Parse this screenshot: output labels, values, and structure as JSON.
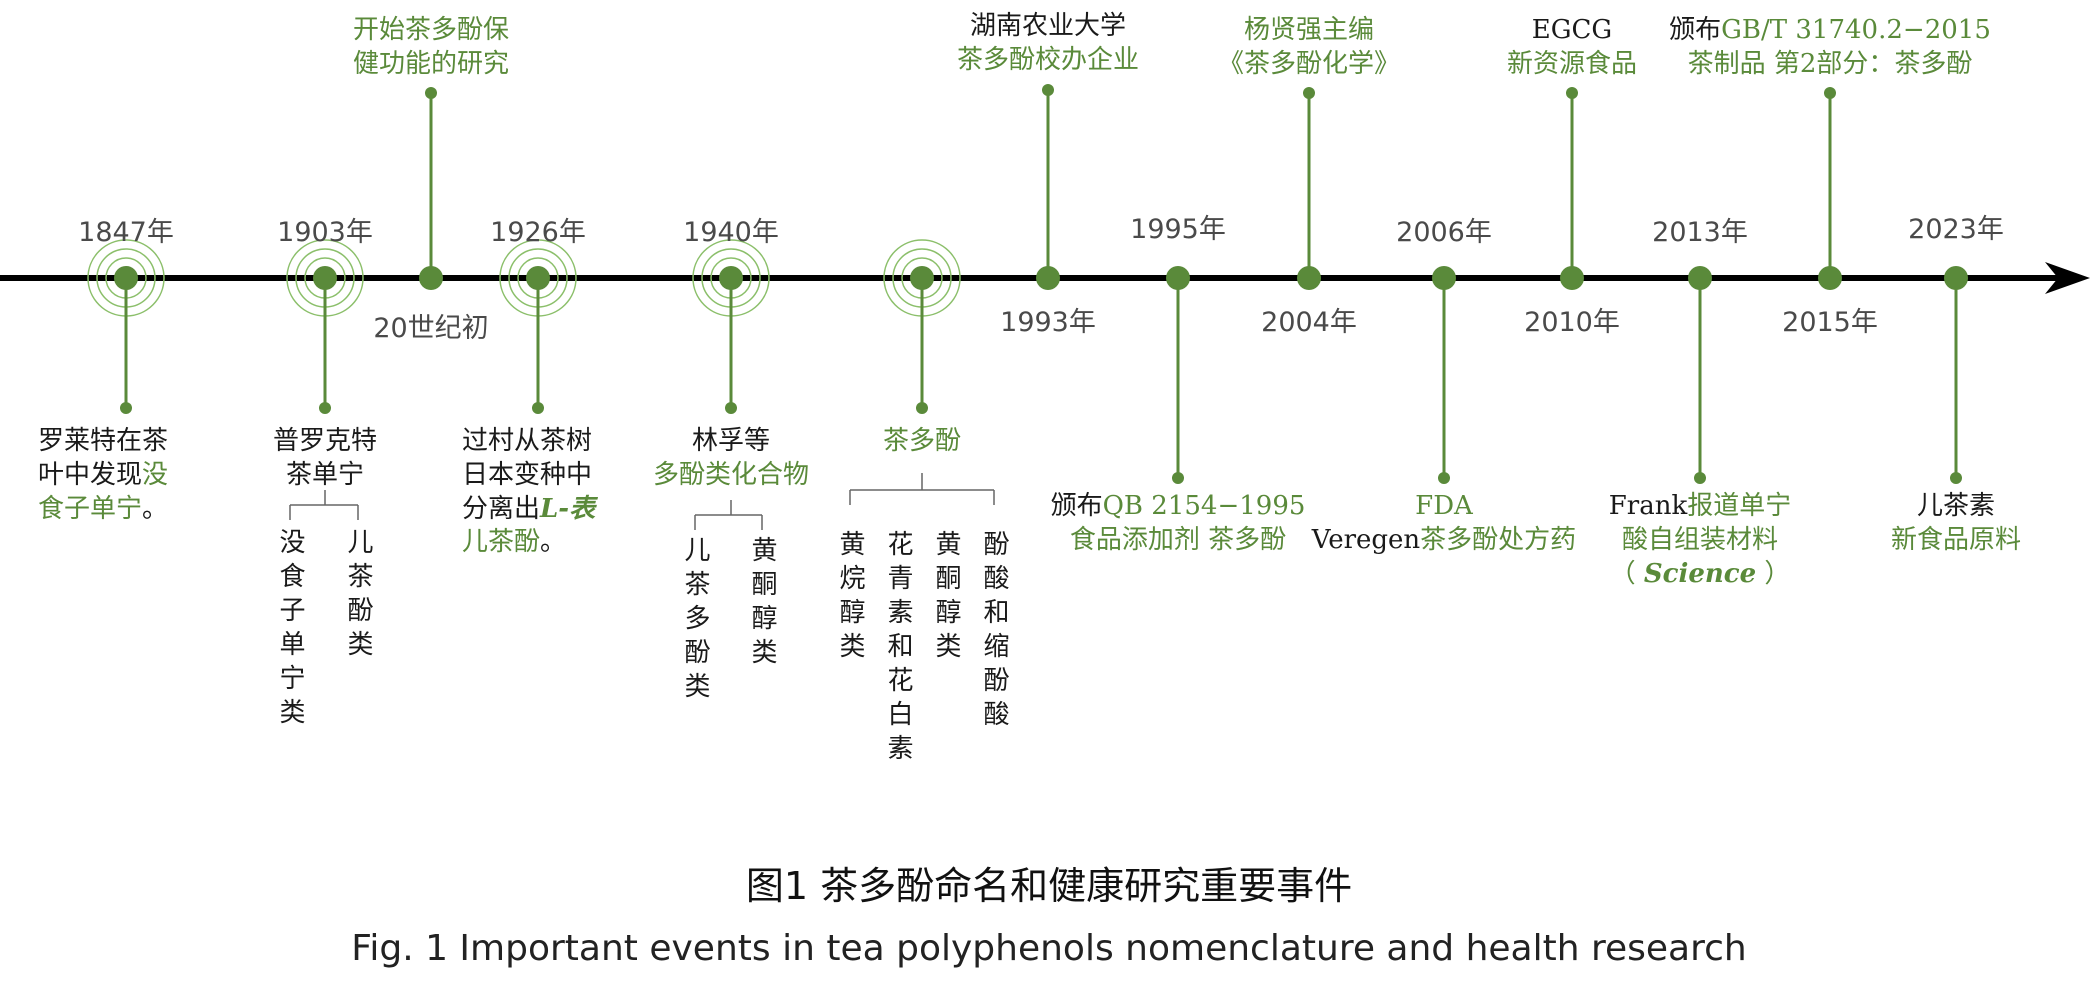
{
  "years": {
    "y1847": "1847年",
    "y1903": "1903年",
    "y20c": "20世纪初",
    "y1926": "1926年",
    "y1940": "1940年",
    "y1993": "1993年",
    "y1995": "1995年",
    "y2004": "2004年",
    "y2006": "2006年",
    "y2010": "2010年",
    "y2013": "2013年",
    "y2015": "2015年",
    "y2023": "2023年"
  },
  "top_events": {
    "e20c_l1": "开始茶多酚保",
    "e20c_l2": "健功能的研究",
    "e1993_l1": "湖南农业大学",
    "e1993_l2": "茶多酚校办企业",
    "e2004_l1": "杨贤强主编",
    "e2004_l2": "《茶多酚化学》",
    "e2010_l1": "EGCG",
    "e2010_l2": "新资源食品",
    "e2015_l1a": "颁布",
    "e2015_l1b": "GB/T 31740.2−2015",
    "e2015_l2": "茶制品  第2部分：茶多酚"
  },
  "bottom_events": {
    "e1847_l1": "罗莱特在茶",
    "e1847_l2": "叶中发现",
    "e1847_l2g": "没",
    "e1847_l3": "食子单宁",
    "e1847_l3b": "。",
    "e1903_l1": "普罗克特",
    "e1903_l2": "茶单宁",
    "e1903_b1": "没食子单宁类",
    "e1903_b2": "儿茶酚类",
    "e1926_l1": "过村从茶树",
    "e1926_l2": "日本变种中",
    "e1926_l3": "分离出",
    "e1926_l3g": "L-表",
    "e1926_l4": "儿茶酚",
    "e1926_l4b": "。",
    "e1940_l1": "林孚等",
    "e1940_l2": "多酚类化合物",
    "e1940_b1": "儿茶多酚类",
    "e1940_b2": "黄酮醇类",
    "etp_l1": "茶多酚",
    "etp_b1": "黄烷醇类",
    "etp_b2": "花青素和花白素",
    "etp_b3": "黄酮醇类",
    "etp_b4": "酚酸和缩酚酸",
    "e1995_l1a": "颁布",
    "e1995_l1b": "QB 2154−1995",
    "e1995_l2": "食品添加剂  茶多酚",
    "e2006_l1": "FDA",
    "e2006_l2a": "Veregen",
    "e2006_l2b": "茶多酚处方药",
    "e2013_l1a": "Frank",
    "e2013_l1b": "报道单宁",
    "e2013_l2": "酸自组装材料",
    "e2013_l3a": "（ ",
    "e2013_l3b": "Science",
    "e2013_l3c": " ）",
    "e2023_l1": "儿茶素",
    "e2023_l2": "新食品原料"
  },
  "caption": {
    "cn": "图1 茶多酚命名和健康研究重要事件",
    "en": "Fig. 1 Important events in tea polyphenols nomenclature and health research"
  },
  "colors": {
    "green": "#5a8a3a",
    "green_light": "#8bbf6a",
    "axis": "#000000"
  }
}
